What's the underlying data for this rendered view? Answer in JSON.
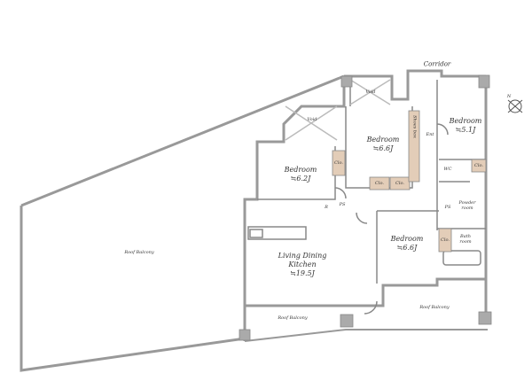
{
  "title": "Floor plan",
  "labels": {
    "corridor": "Corridor",
    "void_1": "Void",
    "void_2": "Void",
    "bedroom_a": {
      "name": "Bedroom",
      "size": "≒6.6J"
    },
    "bedroom_b": {
      "name": "Bedroom",
      "size": "≒5.1J"
    },
    "bedroom_c": {
      "name": "Bedroom",
      "size": "≒6.2J"
    },
    "bedroom_d": {
      "name": "Bedroom",
      "size": "≒6.6J"
    },
    "ldk": {
      "name_1": "Living Dining",
      "name_2": "Kitchen",
      "size": "≒19.5J"
    },
    "shoes_box": "Shoes box",
    "entrance": "Ent",
    "wc": "WC",
    "powder_room": {
      "l1": "Powder",
      "l2": "room"
    },
    "bath_room": {
      "l1": "Bath",
      "l2": "room"
    },
    "closets": [
      "Clo.",
      "Clo.",
      "Clo.",
      "Clo.",
      "Clo."
    ],
    "ps": [
      "PS",
      "PS"
    ],
    "refrigerator": "R",
    "roof_balcony_left": "Roof Balcony",
    "roof_balcony_bottom_left": "Roof Balcony",
    "roof_balcony_bottom_right": "Roof Balcony",
    "compass": "N"
  },
  "colors": {
    "wall": "#9a9a9a",
    "closet": "#e3cdb8",
    "line": "#777777"
  }
}
